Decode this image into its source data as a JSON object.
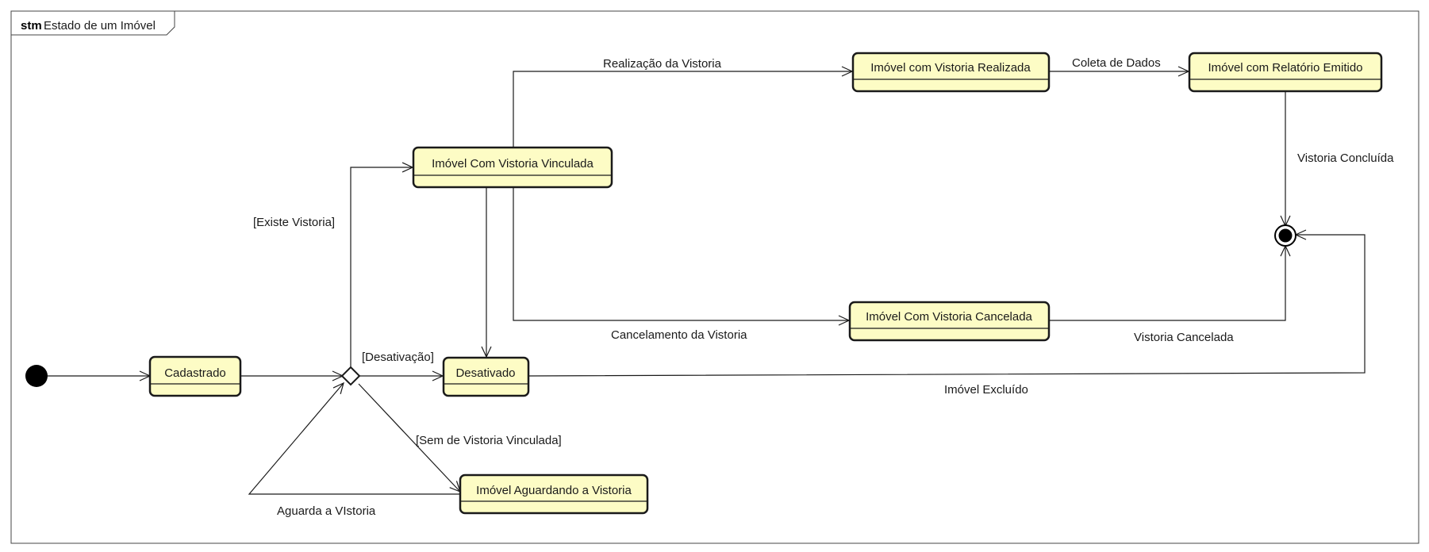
{
  "frame": {
    "keyword": "stm",
    "name": "Estado de um Imóvel"
  },
  "states": {
    "cadastrado": "Cadastrado",
    "desativado": "Desativado",
    "vinculada": "Imóvel Com Vistoria Vinculada",
    "realizada": "Imóvel com Vistoria Realizada",
    "relatorio": "Imóvel com Relatório Emitido",
    "cancelada": "Imóvel Com Vistoria Cancelada",
    "aguardando": "Imóvel Aguardando a Vistoria"
  },
  "transitions": {
    "realizacao": "Realização da Vistoria",
    "coleta": "Coleta de Dados",
    "concluida": "Vistoria Concluída",
    "existe": "[Existe Vistoria]",
    "desativacao": "[Desativação]",
    "cancelamento": "Cancelamento da Vistoria",
    "cancelada": "Vistoria Cancelada",
    "excluido": "Imóvel Excluído",
    "sem_vinculada": "[Sem de Vistoria Vinculada]",
    "aguarda": "Aguarda a VIstoria"
  },
  "colors": {
    "state_fill": "#fdfcc5",
    "line": "#1a1a1a"
  }
}
